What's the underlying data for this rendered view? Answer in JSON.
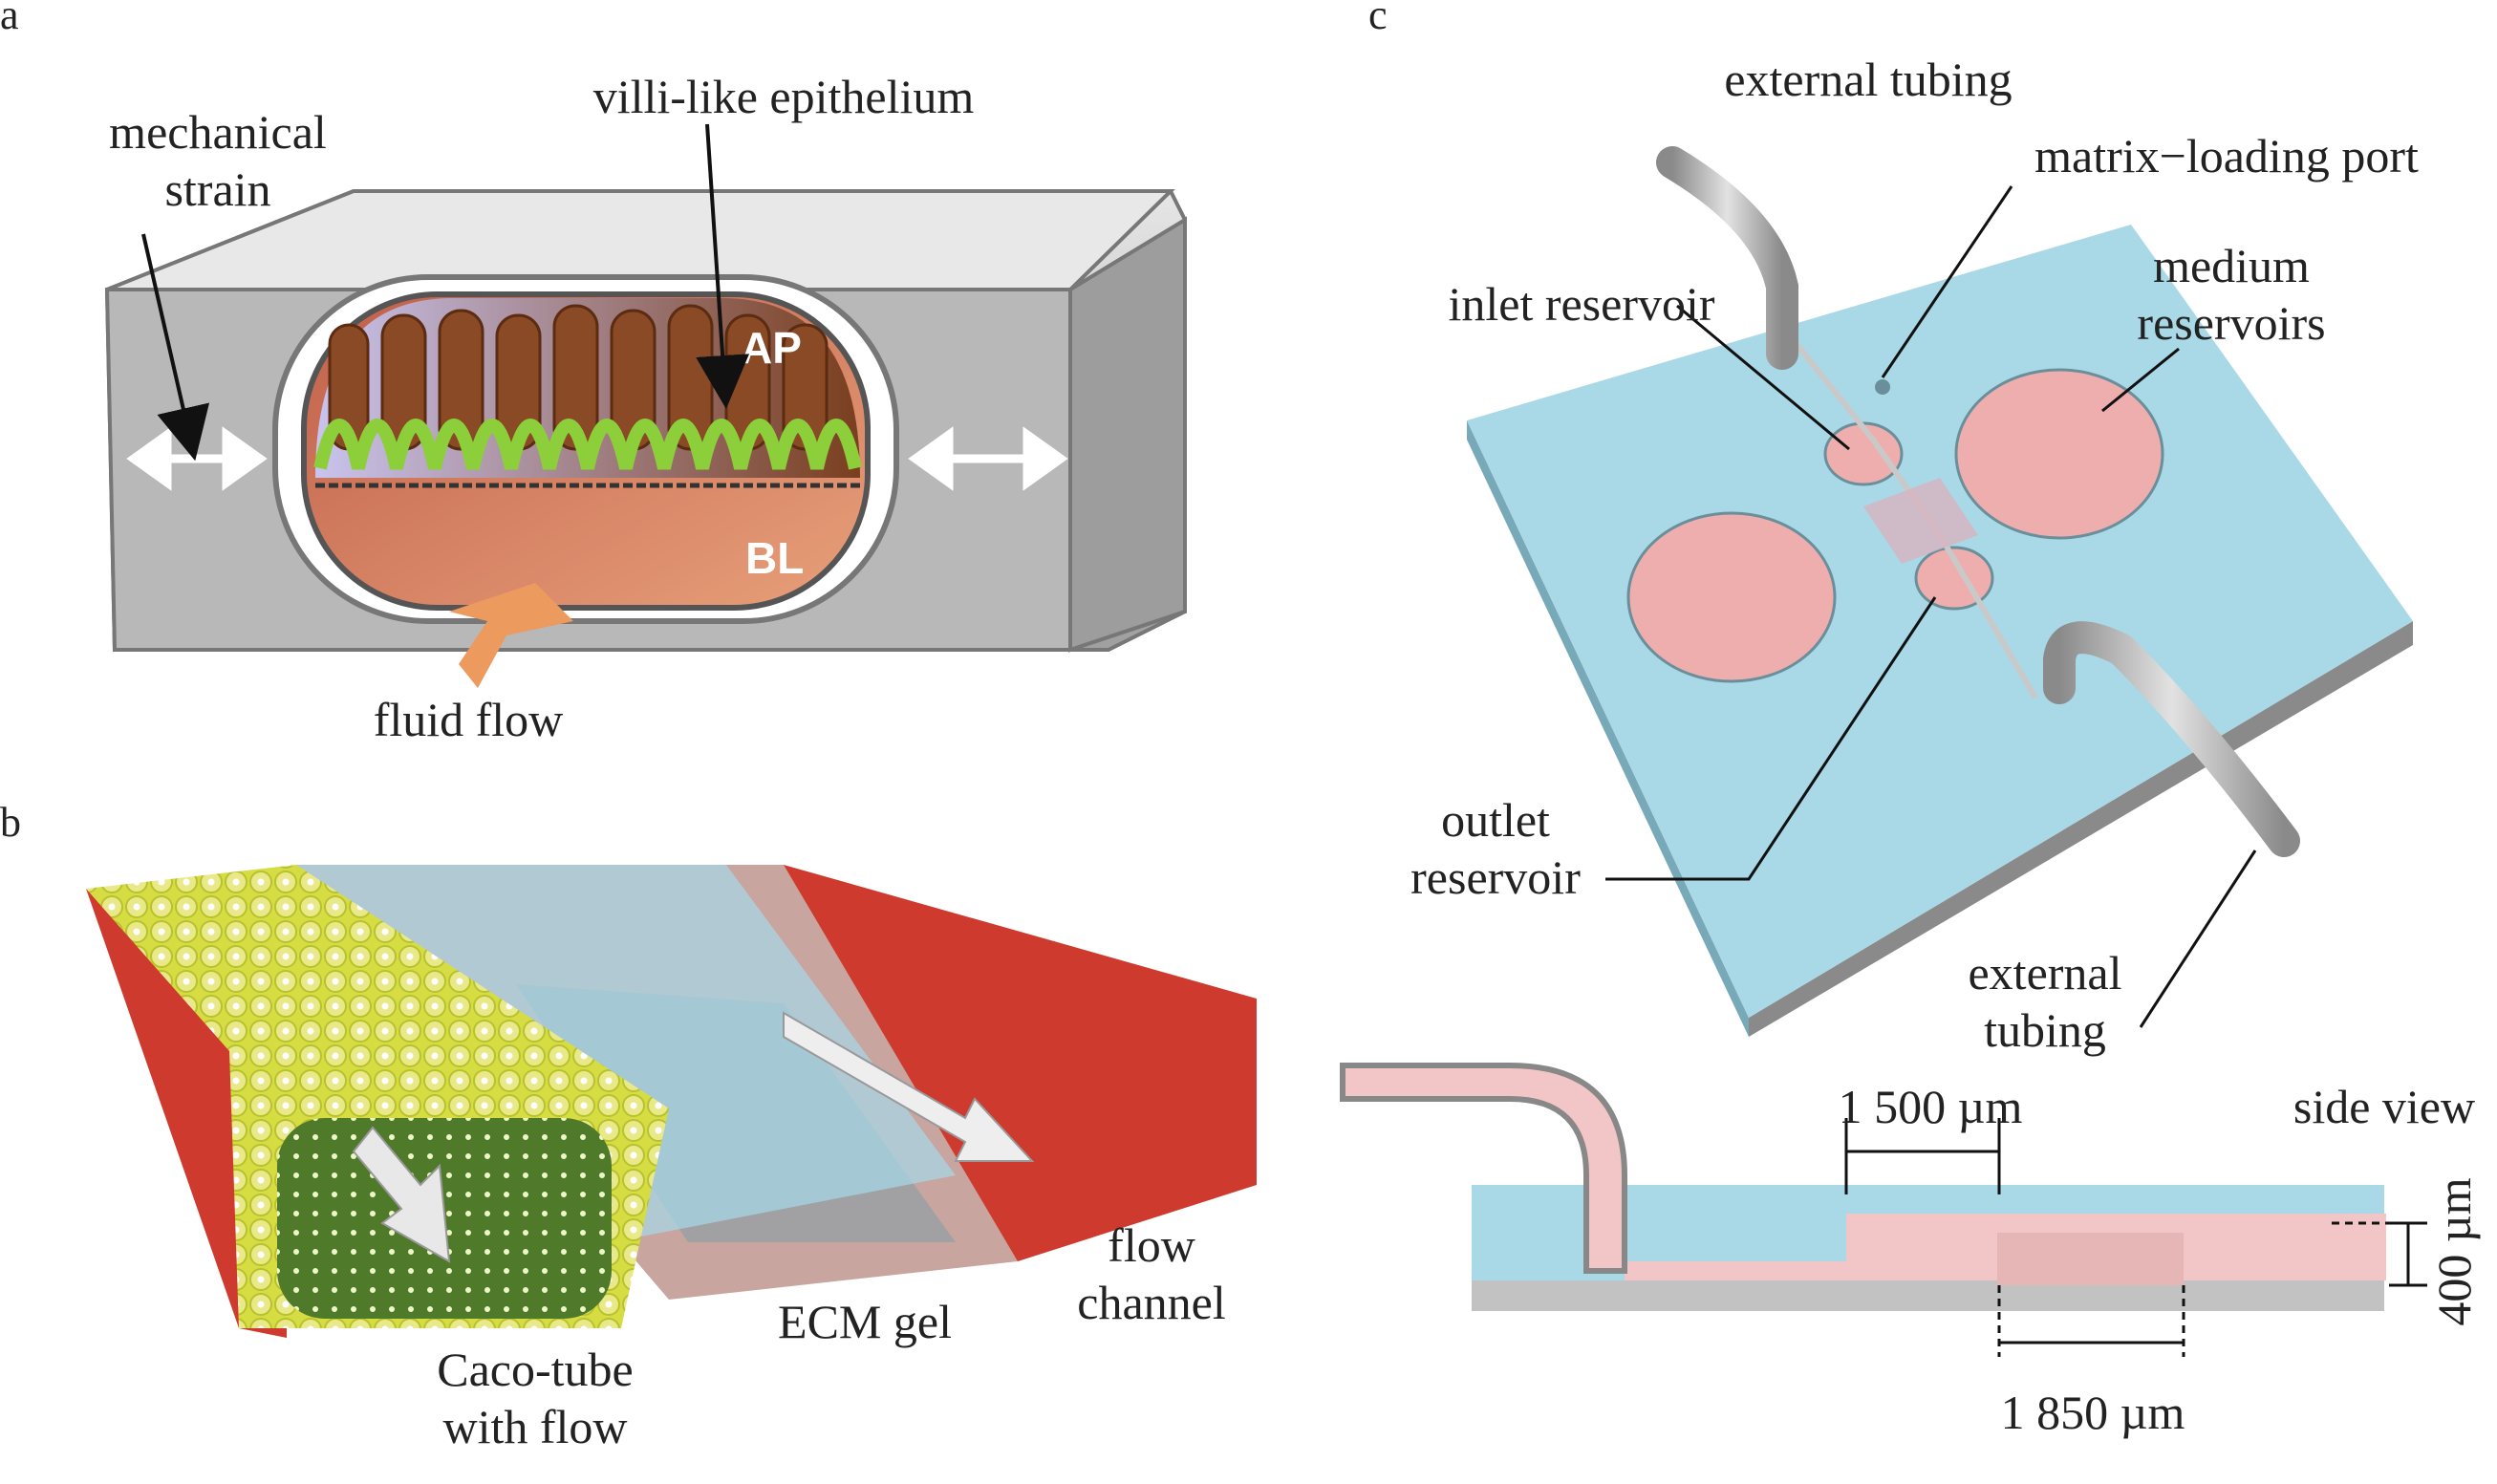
{
  "panel_a": {
    "letter": "a",
    "mechanical_strain_1": "mechanical",
    "mechanical_strain_2": "strain",
    "villi_label": "villi-like epithelium",
    "ap_label": "AP",
    "bl_label": "BL",
    "fluid_flow_label": "fluid flow"
  },
  "panel_b": {
    "letter": "b",
    "caco_1": "Caco-tube",
    "caco_2": "with flow",
    "ecm_label": "ECM gel",
    "flow_1": "flow",
    "flow_2": "channel"
  },
  "panel_c": {
    "letter": "c",
    "external_tubing_top": "external tubing",
    "matrix_port": "matrix−loading port",
    "medium_1": "medium",
    "medium_2": "reservoirs",
    "inlet": "inlet reservoir",
    "outlet_1": "outlet",
    "outlet_2": "reservoir",
    "external_bottom_1": "external",
    "external_bottom_2": "tubing",
    "side_view": "side view",
    "dim_1500": "1 500 µm",
    "dim_1850": "1 850 µm",
    "dim_400": "400 µm"
  },
  "colors": {
    "chip_blue": "#a9d8e6",
    "reservoir_pink": "#eeaeae",
    "tube_gray": "#b9b9b9",
    "channel_red": "#cf3a2e",
    "villi_green": "#8ccf3a",
    "villi_brown": "#8a4a25"
  }
}
